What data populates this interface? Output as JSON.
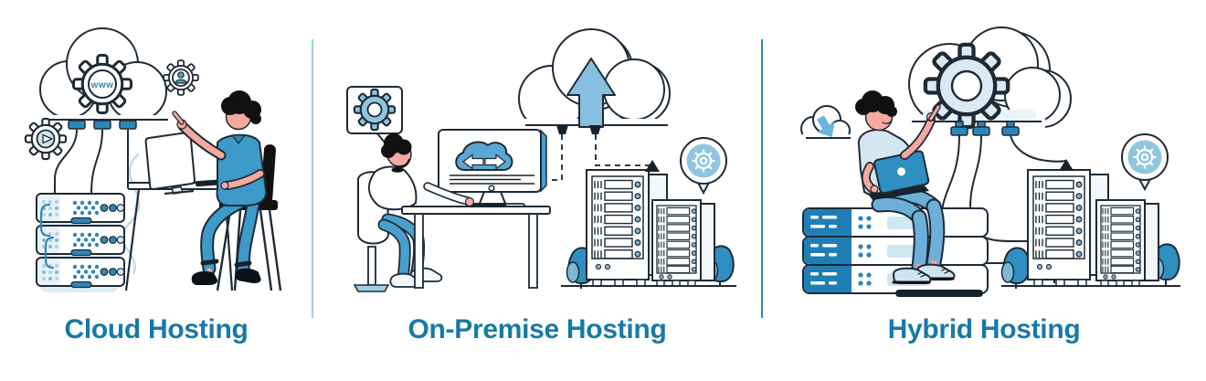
{
  "panels": [
    {
      "title": "Cloud Hosting",
      "cloud_label": "www",
      "icons": [
        "cloud-icon",
        "www-gear-icon",
        "user-gear-icon",
        "play-gear-icon",
        "server-rack-stack",
        "monitor-icon",
        "keyboard-icon",
        "desk",
        "chair",
        "person-at-desk"
      ]
    },
    {
      "title": "On-Premise Hosting",
      "icons": [
        "gear-speech-bubble-icon",
        "upload-cloud-icon",
        "sync-cloud-screen-icon",
        "monitor-icon",
        "desk",
        "office-chair",
        "person-at-desk",
        "server-tower-tall",
        "server-tower-short",
        "tree",
        "gear-round-bubble-icon"
      ]
    },
    {
      "title": "Hybrid Hosting",
      "icons": [
        "download-cloud-icon",
        "gear-cloud-icon",
        "laptop-icon",
        "server-rack-stack",
        "person-on-servers",
        "server-tower-tall",
        "server-tower-short",
        "tree",
        "gear-round-bubble-icon"
      ]
    }
  ],
  "colors": {
    "title_text": "#177AA4",
    "outline": "#1E2A36",
    "accent_blue": "#3D9AC9",
    "mid_blue": "#2E86B8",
    "panel_blue": "#1F7FB5",
    "light_blue": "#CFE4F1",
    "skin": "#F6A99E",
    "divider_left": "#9FD2E2",
    "divider_right": "#2A8FB0",
    "background": "#FFFFFF"
  }
}
